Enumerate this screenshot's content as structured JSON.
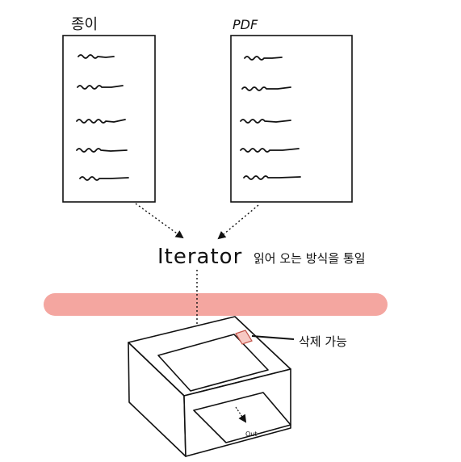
{
  "documents": {
    "paper": {
      "label": "종이"
    },
    "pdf": {
      "label": "PDF"
    }
  },
  "iterator": {
    "label": "Iterator",
    "description": "읽어 오는 방식을 통일"
  },
  "divider": {
    "color": "#f4a6a0"
  },
  "printer": {
    "control_label": "삭제 가능",
    "output_label": "Out",
    "control_color": "#f7c9c3"
  }
}
